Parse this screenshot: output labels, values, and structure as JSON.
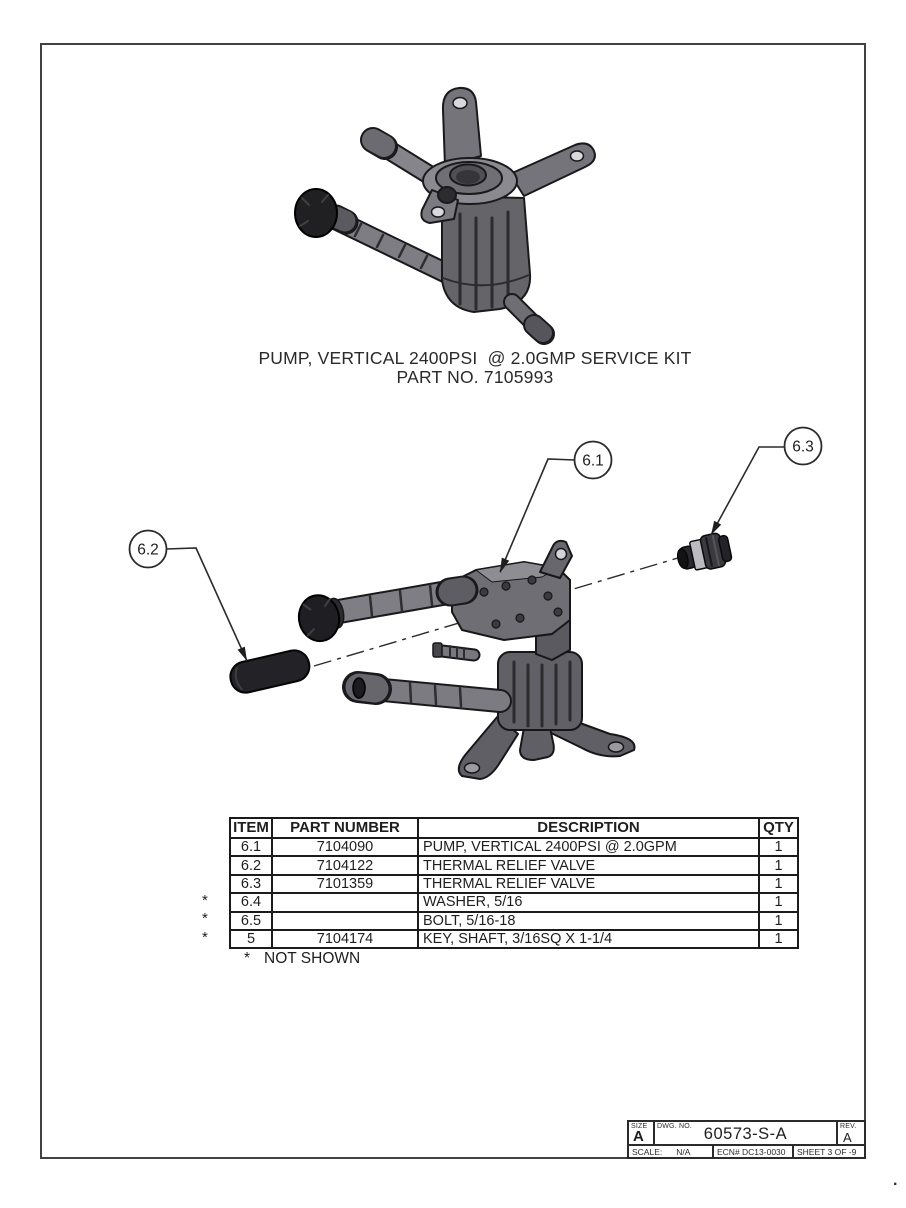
{
  "title": {
    "line1": "PUMP, VERTICAL 2400PSI  @ 2.0GMP SERVICE KIT",
    "line2": "PART NO. 7105993"
  },
  "exploded_view": {
    "balloons": {
      "b61": "6.1",
      "b62": "6.2",
      "b63": "6.3"
    }
  },
  "parts_table": {
    "headers": {
      "item": "ITEM",
      "part_number": "PART NUMBER",
      "description": "DESCRIPTION",
      "qty": "QTY"
    },
    "rows": [
      {
        "not_shown": "",
        "item": "6.1",
        "part_number": "7104090",
        "description": "PUMP, VERTICAL 2400PSI @ 2.0GPM",
        "qty": "1"
      },
      {
        "not_shown": "",
        "item": "6.2",
        "part_number": "7104122",
        "description": "THERMAL RELIEF VALVE",
        "qty": "1"
      },
      {
        "not_shown": "",
        "item": "6.3",
        "part_number": "7101359",
        "description": "THERMAL RELIEF VALVE",
        "qty": "1"
      },
      {
        "not_shown": "*",
        "item": "6.4",
        "part_number": "",
        "description": "WASHER, 5/16",
        "qty": "1"
      },
      {
        "not_shown": "*",
        "item": "6.5",
        "part_number": "",
        "description": "BOLT, 5/16-18",
        "qty": "1"
      },
      {
        "not_shown": "*",
        "item": "5",
        "part_number": "7104174",
        "description": "KEY, SHAFT, 3/16SQ X 1-1/4",
        "qty": "1"
      }
    ],
    "footnote_star": "*",
    "footnote_text": "NOT SHOWN"
  },
  "title_block": {
    "size_label": "SIZE",
    "size_value": "A",
    "dwg_label": "DWG. NO.",
    "dwg_value": "60573-S-A",
    "rev_label": "REV.",
    "rev_value": "A",
    "scale_label": "SCALE:",
    "scale_value": "N/A",
    "ecn": "ECN# DC13-0030",
    "sheet": "SHEET 3 OF -9"
  },
  "page": {
    "corner_mark": "."
  },
  "colors": {
    "border_line": "#414141",
    "drawing_line": "#2b2b2b",
    "table_line": "#1b1b1b",
    "pump_mid_gray": "#74747a",
    "pump_dark_gray": "#4b4b51",
    "pump_light_gray": "#9c9ca1",
    "pump_black": "#202023"
  }
}
